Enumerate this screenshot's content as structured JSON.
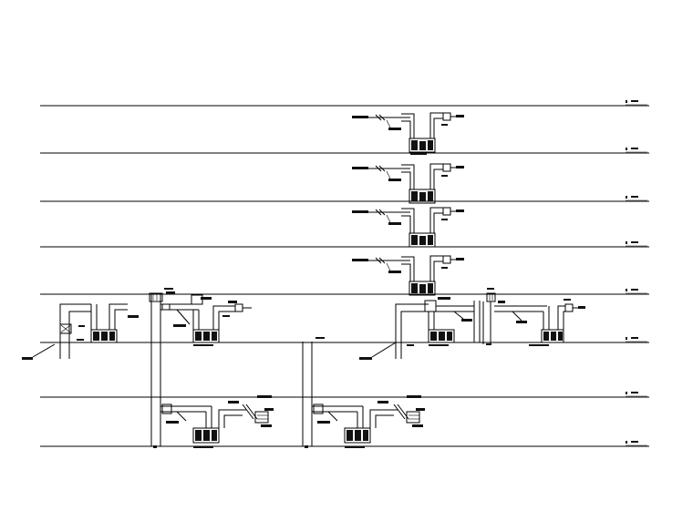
{
  "drawing": {
    "kind": "cad-system-schematic",
    "background": "#ffffff",
    "line_color": "#000000",
    "floor_lines": 8,
    "equipment_units": 9,
    "legible_text": []
  }
}
